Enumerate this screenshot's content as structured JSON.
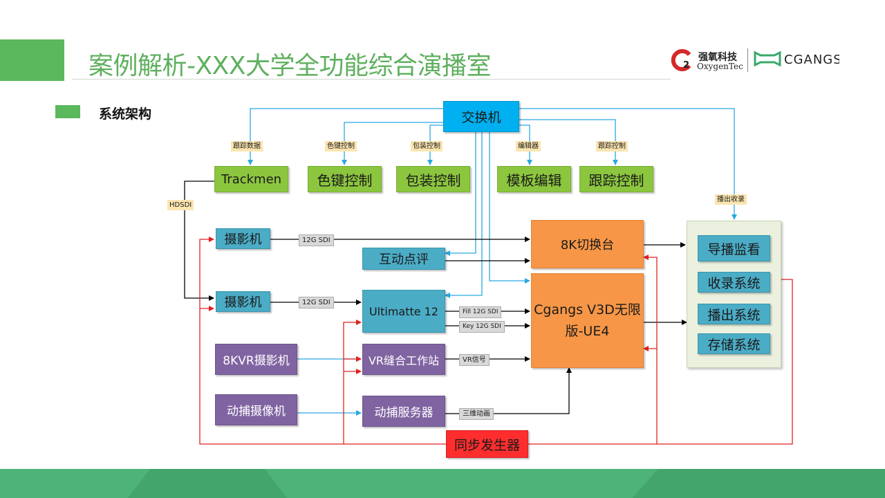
{
  "header": {
    "title": "案例解析-XXX大学全功能综合演播室",
    "logo_cn": "强氧科技",
    "logo_en": "OxygenTec",
    "logo_brand": "CGANGS"
  },
  "section": {
    "title": "系统架构"
  },
  "diagram": {
    "nodes": {
      "switch": "交换机",
      "trackmen": "Trackmen",
      "chroma": "色键控制",
      "packaging": "包装控制",
      "template": "模板编辑",
      "tracking": "跟踪控制",
      "camera1": "摄影机",
      "camera2": "摄影机",
      "interactive": "互动点评",
      "ultimatte": "Ultimatte 12",
      "vr_camera": "8KVR摄影机",
      "vr_stitch": "VR缝合工作站",
      "mocap_camera": "动捕摄像机",
      "mocap_server": "动捕服务器",
      "switcher_8k": "8K切换台",
      "cgangs_v3d_line1": "Cgangs V3D无限",
      "cgangs_v3d_line2": "版-UE4",
      "sync": "同步发生器",
      "director_monitor": "导播监看",
      "record_system": "收录系统",
      "playout_system": "播出系统",
      "storage_system": "存储系统"
    },
    "labels": {
      "tracking_data": "跟踪数据",
      "chroma_ctrl": "色键控制",
      "packaging_ctrl": "包装控制",
      "editor": "编辑器",
      "tracking_ctrl": "跟踪控制",
      "playout_record": "播出收录",
      "hdsdi": "HDSDI",
      "sdi12g_1": "12G SDI",
      "sdi12g_2": "12G SDI",
      "fill": "Fill 12G SDI",
      "key": "Key 12G SDI",
      "vr_signal": "VR信号",
      "anim3d": "三维动画"
    },
    "colors": {
      "control_line": "#29a8e0",
      "signal_line": "#000000",
      "sync_line": "#e02020"
    }
  }
}
